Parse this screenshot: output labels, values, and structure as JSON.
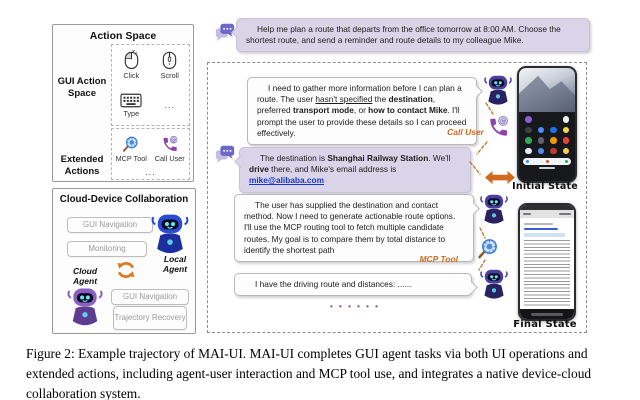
{
  "accent_orange": "#d2691e",
  "icons": {
    "click": "mouse-click-icon",
    "scroll": "mouse-scroll-icon",
    "type": "keyboard-icon",
    "mcp": "magnifier-gear-icon",
    "call": "phone-handset-icon",
    "sync": "sync-arrows-icon",
    "chat": "chat-bubble-icon",
    "robot": "robot-agent-icon",
    "double_arrow": "double-arrow-icon"
  },
  "action_space": {
    "title": "Action Space",
    "gui_label_line1": "GUI Action",
    "gui_label_line2": "Space",
    "ext_label_line1": "Extended",
    "ext_label_line2": "Actions",
    "gui_actions": {
      "click": "Click",
      "scroll": "Scroll",
      "type": "Type",
      "more": "..."
    },
    "extended_actions": {
      "mcp": "MCP Tool",
      "call": "Call User",
      "more": "..."
    }
  },
  "cloud_device": {
    "title": "Cloud-Device Collaboration",
    "local_buttons": [
      "GUI Navigation",
      "Monitoring"
    ],
    "cloud_buttons": [
      "GUI Navigation",
      "Trajectory Recovery"
    ],
    "local_agent_line1": "Local",
    "local_agent_line2": "Agent",
    "cloud_agent_line1": "Cloud",
    "cloud_agent_line2": "Agent"
  },
  "chat": {
    "user_msg1": "Help me plan a route that departs from the office tomorrow at 8:00 AM. Choose the shortest route, and send a reminder and route details to my colleague Mike.",
    "agent_msg1": [
      {
        "t": "I need to gather more information before I can plan a route. The user "
      },
      {
        "t": "hasn't specified",
        "u": true
      },
      {
        "t": " the "
      },
      {
        "t": "destination",
        "b": true
      },
      {
        "t": ", preferred "
      },
      {
        "t": "transport mode",
        "b": true
      },
      {
        "t": ", or "
      },
      {
        "t": "how to contact Mike",
        "b": true
      },
      {
        "t": ". I'll prompt the user to provide these details so I can proceed effectively."
      }
    ],
    "user_msg2": [
      {
        "t": "The destination is "
      },
      {
        "t": "Shanghai Railway Station",
        "b": true
      },
      {
        "t": ". We'll "
      },
      {
        "t": "drive",
        "b": true
      },
      {
        "t": " there, and Mike's email address is "
      },
      {
        "t": "mike@alibaba.com",
        "link": true
      }
    ],
    "agent_msg2": "The user has supplied the destination and contact method. Now I need to generate actionable route options. I'll use the MCP routing tool to fetch multiple candidate routes. My goal is to compare them by total distance to identify the shortest path",
    "agent_msg3": "I have the driving route and distances: ......",
    "ellipsis": "• • • • • •"
  },
  "annotations": {
    "call_user": "Call User",
    "mcp_tool": "MCP Tool"
  },
  "phones": {
    "initial_label": "Initial State",
    "final_label": "Final State",
    "initial_app_icons": [
      [
        "#8a5cd6",
        null,
        null,
        "#eceff1"
      ],
      [
        "#3c4043",
        "#4d8ef7",
        "#1a73e8",
        "#f7d54d"
      ],
      [
        "#34a853",
        "#5f6368",
        "#f29900",
        "#ea4335"
      ],
      [
        "#e8eaf6",
        "#4d8ef7",
        "#c53929",
        "#f7cb4d"
      ]
    ]
  },
  "caption": "Figure 2: Example trajectory of MAI-UI. MAI-UI completes GUI agent tasks via both UI operations and extended actions, including agent-user interaction and MCP tool use, and integrates a native device-cloud collaboration system."
}
